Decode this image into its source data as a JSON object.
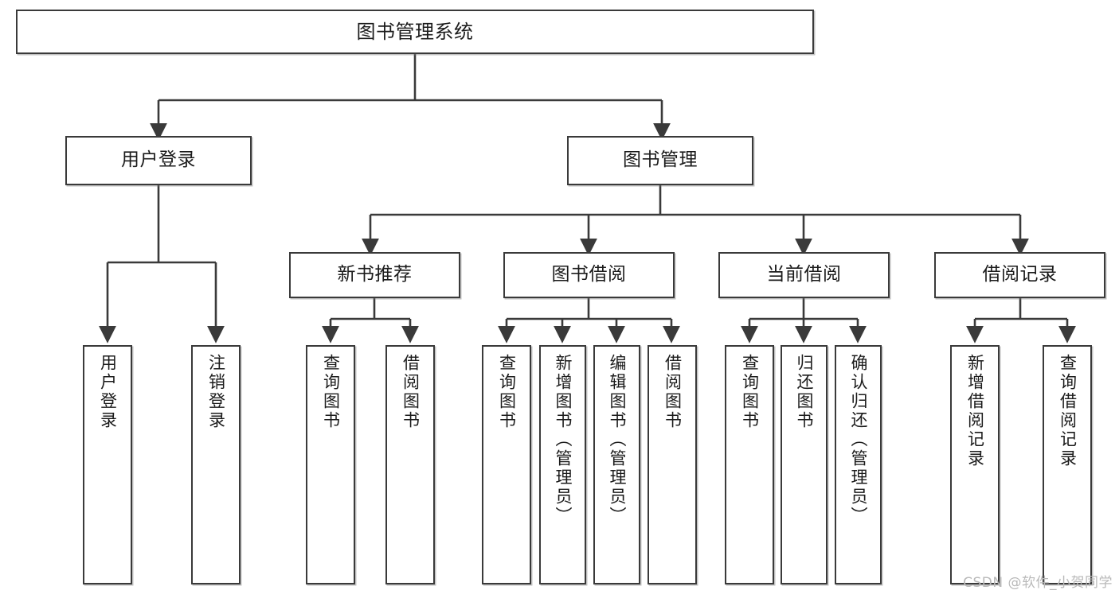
{
  "diagram": {
    "type": "tree",
    "title": "图书管理系统",
    "watermark": "CSDN @软件_小贺同学",
    "line_color": "#3a3a3a",
    "box_fill": "#ffffff",
    "text_color": "#1b1b1b"
  },
  "nodes": {
    "root": {
      "label": "图书管理系统"
    },
    "level2": [
      {
        "id": "user_login",
        "label": "用户登录"
      },
      {
        "id": "book_manage",
        "label": "图书管理"
      }
    ],
    "level3": [
      {
        "id": "new_book_rec",
        "label": "新书推荐"
      },
      {
        "id": "book_borrow",
        "label": "图书借阅"
      },
      {
        "id": "current_borrow",
        "label": "当前借阅"
      },
      {
        "id": "borrow_record",
        "label": "借阅记录"
      }
    ],
    "leaves": [
      {
        "id": "leaf_user_login",
        "label": "用户登录"
      },
      {
        "id": "leaf_logout",
        "label": "注销登录"
      },
      {
        "id": "leaf_query_book_1",
        "label": "查询图书"
      },
      {
        "id": "leaf_borrow_book_1",
        "label": "借阅图书"
      },
      {
        "id": "leaf_query_book_2",
        "label": "查询图书"
      },
      {
        "id": "leaf_add_book",
        "label": "新增图书（管理员）"
      },
      {
        "id": "leaf_edit_book",
        "label": "编辑图书（管理员）"
      },
      {
        "id": "leaf_borrow_book_2",
        "label": "借阅图书"
      },
      {
        "id": "leaf_query_book_3",
        "label": "查询图书"
      },
      {
        "id": "leaf_return_book",
        "label": "归还图书"
      },
      {
        "id": "leaf_confirm_return",
        "label": "确认归还（管理员）"
      },
      {
        "id": "leaf_add_record",
        "label": "新增借阅记录"
      },
      {
        "id": "leaf_query_record",
        "label": "查询借阅记录"
      }
    ]
  }
}
